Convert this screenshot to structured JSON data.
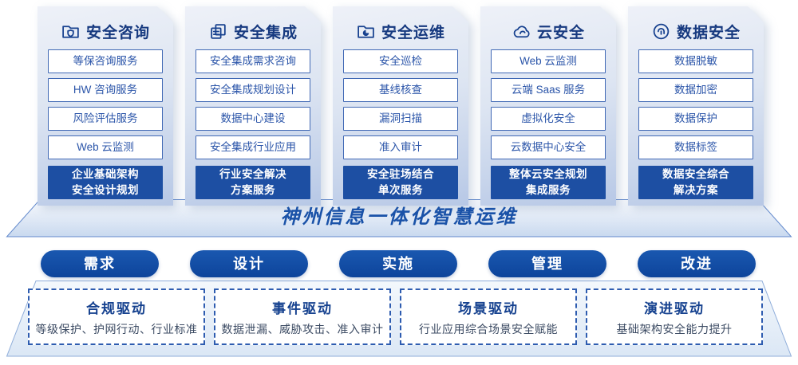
{
  "banner": {
    "title": "神州信息一体化智慧运维"
  },
  "columns": [
    {
      "title": "安全咨询",
      "icon": "folder-shield-icon",
      "items": [
        "等保咨询服务",
        "HW 咨询服务",
        "风险评估服务",
        "Web 云监测"
      ],
      "highlight_lines": [
        "企业基础架构",
        "安全设计规划"
      ]
    },
    {
      "title": "安全集成",
      "icon": "documents-icon",
      "items": [
        "安全集成需求咨询",
        "安全集成规划设计",
        "数据中心建设",
        "安全集成行业应用"
      ],
      "highlight_lines": [
        "行业安全解决",
        "方案服务"
      ]
    },
    {
      "title": "安全运维",
      "icon": "folder-chart-icon",
      "items": [
        "安全巡检",
        "基线核查",
        "漏洞扫描",
        "准入审计"
      ],
      "highlight_lines": [
        "安全驻场结合",
        "单次服务"
      ]
    },
    {
      "title": "云安全",
      "icon": "cloud-icon",
      "items": [
        "Web 云监测",
        "云端 Saas 服务",
        "虚拟化安全",
        "云数据中心安全"
      ],
      "highlight_lines": [
        "整体云安全规划",
        "集成服务"
      ]
    },
    {
      "title": "数据安全",
      "icon": "fingerprint-icon",
      "items": [
        "数据脱敏",
        "数据加密",
        "数据保护",
        "数据标签"
      ],
      "highlight_lines": [
        "数据安全综合",
        "解决方案"
      ]
    }
  ],
  "pills": [
    "需求",
    "设计",
    "实施",
    "管理",
    "改进"
  ],
  "drivers": [
    {
      "title": "合规驱动",
      "desc": "等级保护、护网行动、行业标准"
    },
    {
      "title": "事件驱动",
      "desc": "数据泄漏、威胁攻击、准入审计"
    },
    {
      "title": "场景驱动",
      "desc": "行业应用综合场景安全赋能"
    },
    {
      "title": "演进驱动",
      "desc": "基础架构安全能力提升"
    }
  ],
  "colors": {
    "accent_dark_text": "#16397f",
    "item_text": "#2b55a9",
    "item_border": "#4169b5",
    "highlight_bg": "#1d4fa3",
    "pill_bg": "#0d449b",
    "banner_text": "#1a52a8",
    "driver_border": "#2e5cb0",
    "driver_desc_text": "#3c4b63",
    "card_gradient_top": "#eef1f8",
    "card_gradient_bottom": "#b7c8e6"
  }
}
